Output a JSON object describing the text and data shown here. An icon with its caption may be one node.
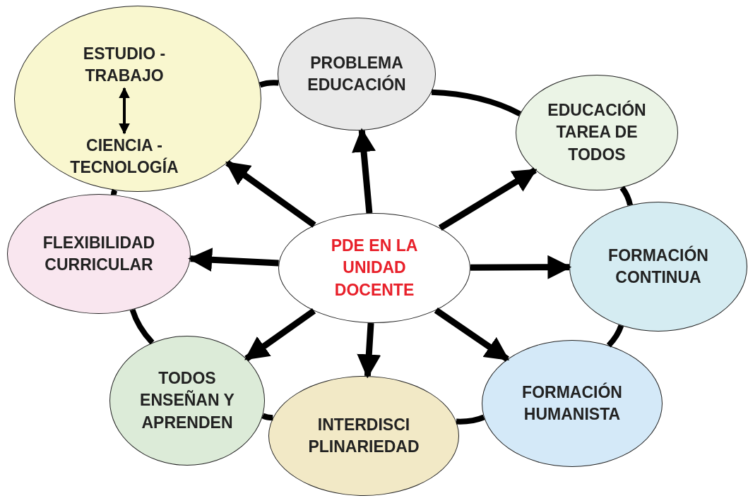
{
  "diagram": {
    "nodes": [
      {
        "text": [],
        "shape": "circle"
      },
      {
        "text": [
          "ESTUDIO - TRABAJO"
        ],
        "in": 0
      },
      {
        "text": [
          "CIENCIA - TECNOLOGÍA"
        ],
        "in": 0
      },
      {
        "text": [
          "PROBLEMA EDUCACIÓN"
        ]
      },
      {
        "text": [
          "EDUCACIÓN TAREA DE TODOS"
        ]
      },
      {
        "text": [
          "FLEXIBILIDAD CURRICULAR"
        ]
      },
      {
        "text": [
          "PDE EN LA UNIDAD DOCENTE"
        ]
      },
      {
        "text": [
          "FORMACIÓN CONTINUA"
        ]
      },
      {
        "text": [
          "TODOS ENSEÑAN Y APRENDEN"
        ]
      },
      {
        "text": [
          "FORMACIÓN HUMANISTA"
        ]
      },
      {
        "text": [
          "INTERDISCI PLINARIEDAD"
        ]
      }
    ],
    "edges": [
      {
        "from": 1,
        "to": 2,
        "arrow": "both"
      },
      {
        "from": 6,
        "to": 0,
        "arrow": "to"
      },
      {
        "from": 6,
        "to": 3,
        "arrow": "to"
      },
      {
        "from": 6,
        "to": 4,
        "arrow": "to"
      },
      {
        "from": 6,
        "to": 5,
        "arrow": "to"
      },
      {
        "from": 6,
        "to": 7,
        "arrow": "to"
      },
      {
        "from": 6,
        "to": 8,
        "arrow": "to"
      },
      {
        "from": 6,
        "to": 9,
        "arrow": "to"
      },
      {
        "from": 6,
        "to": 10,
        "arrow": "to"
      },
      {
        "from": 0,
        "to": 3,
        "arrow": "none"
      },
      {
        "from": 3,
        "to": 4,
        "arrow": "none"
      },
      {
        "from": 4,
        "to": 7,
        "arrow": "none"
      },
      {
        "from": 7,
        "to": 9,
        "arrow": "none"
      },
      {
        "from": 9,
        "to": 10,
        "arrow": "none"
      },
      {
        "from": 10,
        "to": 8,
        "arrow": "none"
      },
      {
        "from": 8,
        "to": 5,
        "arrow": "none"
      },
      {
        "from": 5,
        "to": 0,
        "arrow": "none"
      }
    ]
  }
}
